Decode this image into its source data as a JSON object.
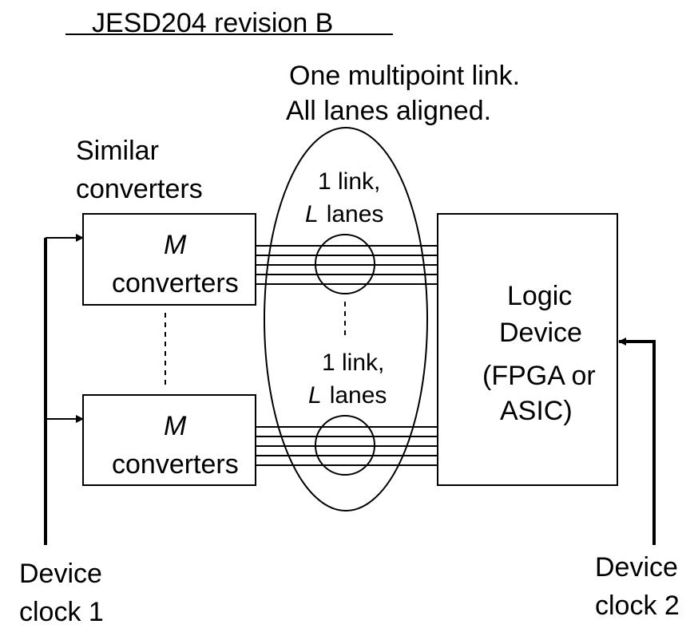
{
  "title": "JESD204  revision B",
  "link_caption": {
    "line1": "One multipoint link.",
    "line2": "All lanes aligned."
  },
  "converters_caption": {
    "line1": "Similar",
    "line2": "converters"
  },
  "converter_blocks": [
    {
      "var": "M",
      "text": "converters"
    },
    {
      "var": "M",
      "text": "converters"
    }
  ],
  "link_groups": [
    {
      "line1": "1 link,",
      "var": "L",
      "text": "lanes"
    },
    {
      "line1": "1 link,",
      "var": "L",
      "text": "lanes"
    }
  ],
  "logic_device": {
    "line1": "Logic",
    "line2": "Device",
    "line3": "(FPGA or",
    "line4": "ASIC)"
  },
  "clock1": {
    "line1": "Device",
    "line2": "clock 1"
  },
  "clock2": {
    "line1": "Device",
    "line2": "clock 2"
  }
}
